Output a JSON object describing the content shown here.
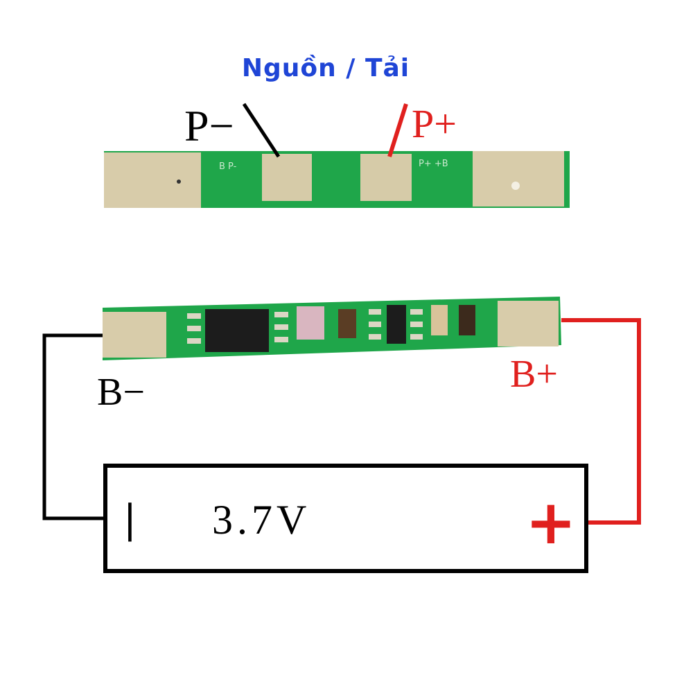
{
  "header": {
    "title": "Nguồn / Tải"
  },
  "top_board": {
    "pad_left_label": "P−",
    "pad_right_label": "P+",
    "silk_left": "B P-",
    "silk_right": "P+ +B"
  },
  "bottom_board": {
    "pad_left_label": "B−",
    "pad_right_label": "B+"
  },
  "battery": {
    "voltage": "3.7V",
    "negative_symbol": "|",
    "positive_symbol": "+"
  },
  "colors": {
    "title_blue": "#1f45d6",
    "wire_red": "#e0201e",
    "wire_black": "#000000",
    "pcb_green": "#1fa64a",
    "pad_beige": "#d8ccaa"
  }
}
